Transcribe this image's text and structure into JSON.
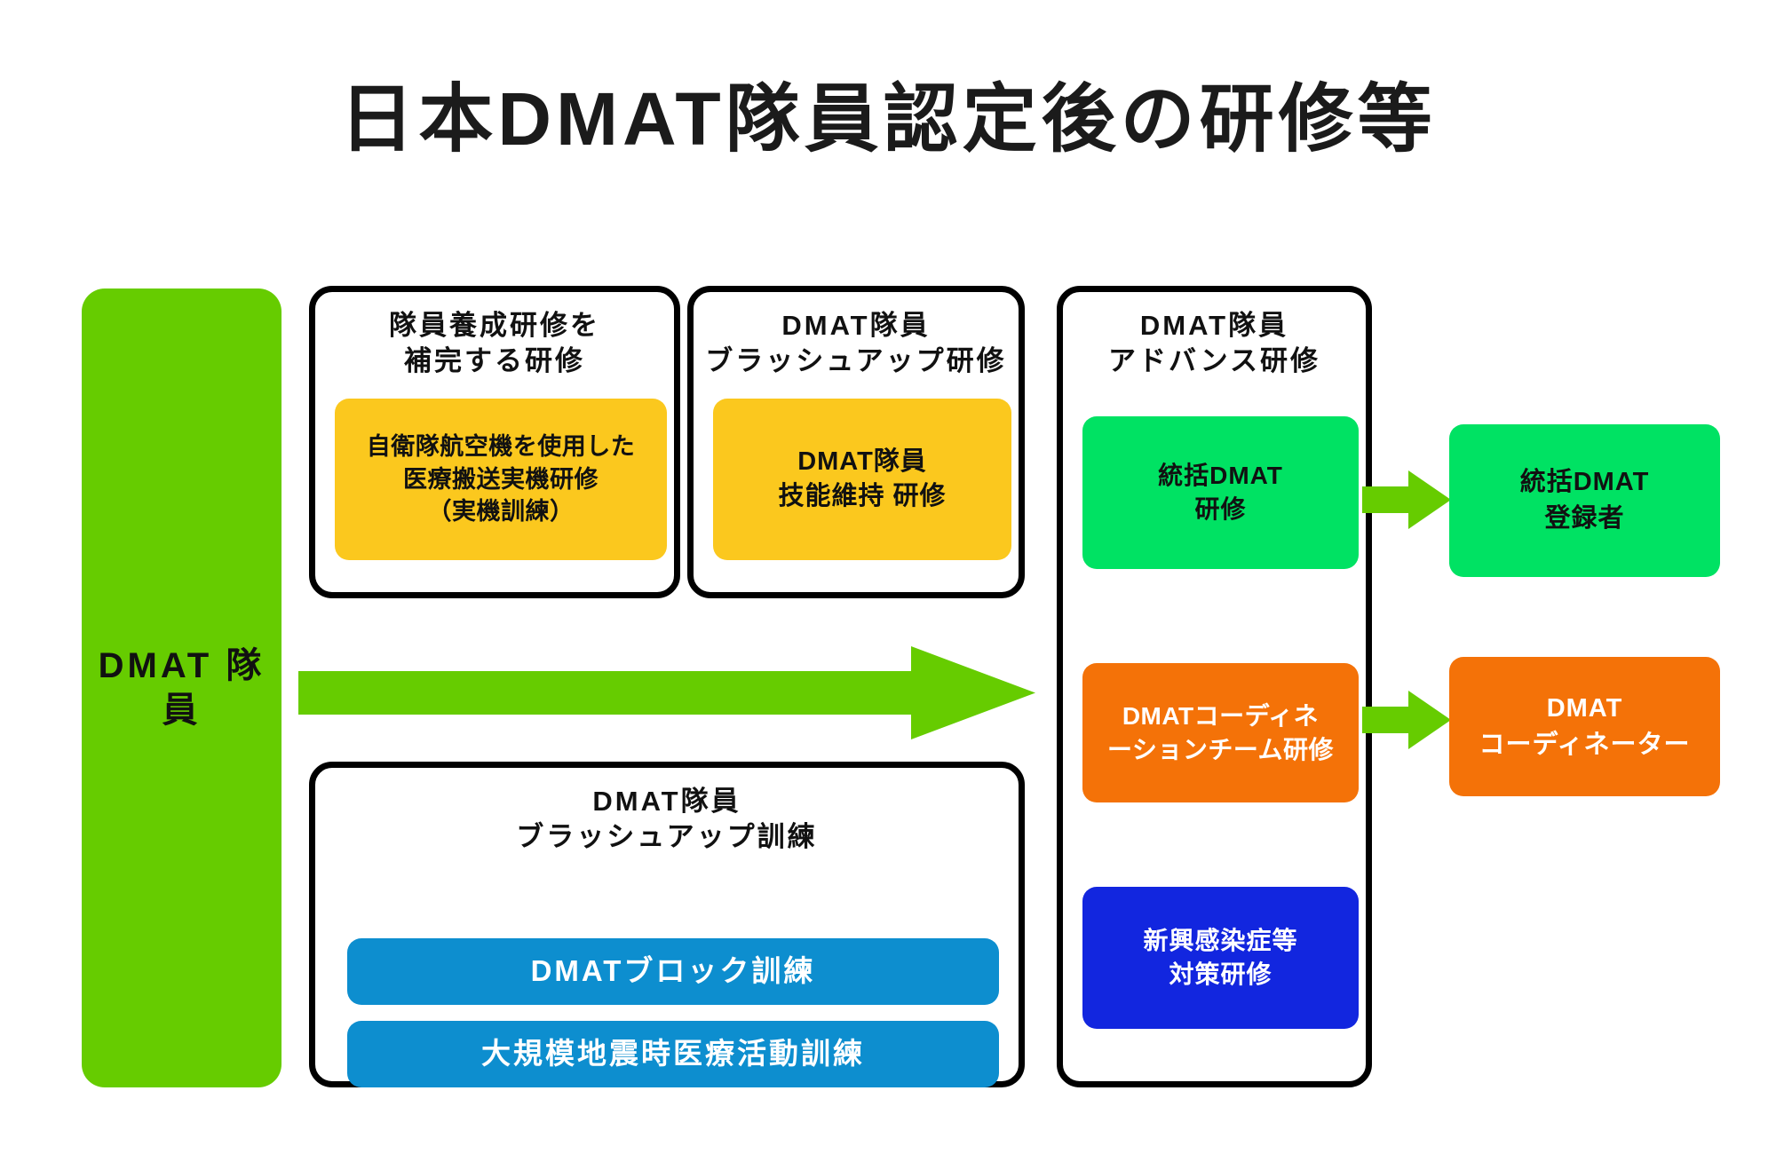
{
  "title": "日本DMAT隊員認定後の研修等",
  "source_entity": {
    "label": "DMAT\n隊員",
    "color": "#66CC00"
  },
  "groups": [
    {
      "name": "supplement",
      "title": "隊員養成研修を\n補完する研修",
      "chips": [
        {
          "name": "jsdf-aircraft",
          "label": "自衛隊航空機を使用した\n医療搬送実機研修\n（実機訓練）",
          "color": "#FBC81E"
        }
      ]
    },
    {
      "name": "brushup-training",
      "title": "DMAT隊員\nブラッシュアップ研修",
      "chips": [
        {
          "name": "skill-maintain",
          "label": "DMAT隊員\n技能維持 研修",
          "color": "#FBC81E"
        }
      ]
    },
    {
      "name": "advance",
      "title": "DMAT隊員\nアドバンス研修",
      "chips": [
        {
          "name": "supervising-dmat",
          "label": "統括DMAT\n研修",
          "color": "#00E263"
        },
        {
          "name": "coordination-team",
          "label": "DMATコーディネ\nーションチーム研修",
          "color": "#F47208"
        },
        {
          "name": "emerging-infection",
          "label": "新興感染症等\n対策研修",
          "color": "#1226DF"
        }
      ]
    },
    {
      "name": "brushup-drill",
      "title": "DMAT隊員\nブラッシュアップ訓練",
      "chips": [
        {
          "name": "block-drill",
          "label": "DMATブロック訓練",
          "color": "#0D8ECF"
        },
        {
          "name": "large-quake-drill",
          "label": "大規模地震時医療活動訓練",
          "color": "#0D8ECF"
        }
      ]
    }
  ],
  "outcomes": [
    {
      "name": "supervising-registrant",
      "label": "統括DMAT\n登録者",
      "color": "#00E263",
      "text_color": "#111111"
    },
    {
      "name": "dmat-coordinator",
      "label": "DMAT\nコーディネーター",
      "color": "#F47208",
      "text_color": "#ffffff"
    }
  ],
  "arrows": {
    "color": "#66CC00",
    "main_flow_name": "dmat-member-to-advance",
    "to_registrant_name": "supervising-training-to-registrant",
    "to_coordinator_name": "coordination-training-to-coordinator"
  }
}
